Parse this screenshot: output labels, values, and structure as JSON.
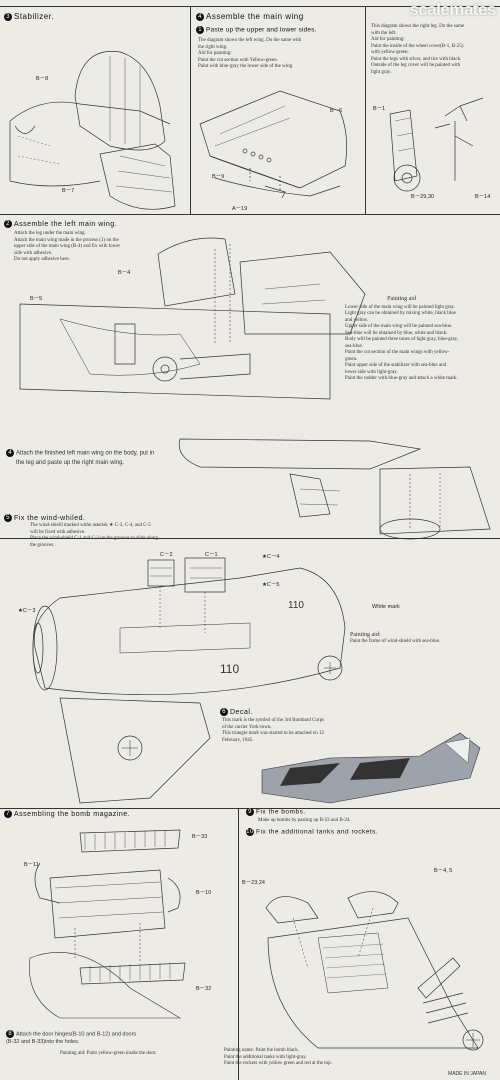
{
  "watermark": "scalemates",
  "stabilizer": {
    "title": "Stabilizer.",
    "parts": [
      "B－8",
      "B－7"
    ]
  },
  "main_wing": {
    "title": "Assemble the main wing",
    "subtitle": "Paste up the upper and lower sides.",
    "lines": [
      "The diagram shows the left wing. Do the same with",
      "the right wing.",
      "Aid for painting:",
      "Paint the cut section with Yellow-green.",
      "Paint with blue-gray the lower side of the wing."
    ],
    "parts": [
      "B－6",
      "B－9",
      "A－19"
    ]
  },
  "leg": {
    "lines": [
      "This diagram shows the right leg. Do the same",
      "with the left.",
      "Aid for painting:",
      "Paint the inside of the wheel cover(B-1, B-25)",
      "with yellow-green.",
      "Paint the legs with silver, and tire with black.",
      "Outside of the leg cover will be painted with",
      "light gray."
    ],
    "parts": [
      "B－1",
      "B－29,30",
      "B－14"
    ]
  },
  "left_wing": {
    "title": "Assemble the left main wing.",
    "lines": [
      "Attach the leg under the main wing.",
      "Attach the main wing made in the process (1) on the",
      "upper side of the main wing (B-4) and fix with lower",
      "side with adhesive.",
      "Do not apply adhesive here."
    ],
    "parts": [
      "B－4",
      "B－5"
    ]
  },
  "painting_aid": {
    "title": "Painting aid",
    "lines": [
      "Lower side of the main wing will be painted light gray.",
      "Light gray can be obtained by mixing white, black blue",
      "and yellow.",
      "Upper side of the main wing will be painted sea-blue.",
      "Sea-blue will be obtained by blue, white and black.",
      "Body will be painted three tones of light gray, blue-gray,",
      "sea-blue.",
      "Paint the cut section of the main wings with yellow-",
      "green.",
      "Paint upper side of the stabilizer with sea-blue and",
      "lower side with light-gray.",
      "Paint the rudder with blue-gray and attach a white mark."
    ]
  },
  "attach_wing": {
    "lines": [
      "Attach the finished left main wing on the body, put in",
      "the leg and paste up the right main wing."
    ]
  },
  "windshield": {
    "title": "Fix the wind-whiled.",
    "lines": [
      "The wind-shield marked withe asterisk ★ C-3, C-4, and C-5",
      "will be fixed with adhesive.",
      "Place the wind-shield C-1 and C-2 on the grooves to slide along",
      "the grooves."
    ],
    "parts": [
      "C－2",
      "C－1",
      "★C－4",
      "★C－5",
      "★C－3"
    ],
    "white_mark": "White mark",
    "paint_title": "Painting aid:",
    "paint_text": "Paint the frame of wind-shield with sea-blue.",
    "fuselage_code": "110"
  },
  "decal": {
    "title": "Decal.",
    "lines": [
      "This mark is the symbol of the 3rd Bombard Corps",
      "of the carrier York-town.",
      "This triangle mark was started to be attached on 12",
      "February, 1945."
    ]
  },
  "bomb_magazine": {
    "title": "Assembling the bomb magazine.",
    "parts": [
      "B－33",
      "B－11",
      "B－10",
      "B－32"
    ],
    "attach_lines": [
      "Attach the door hinges(B-10 and B-12) and doors",
      "(B-32 and B-33)into the holes."
    ],
    "paint": "Painting aid: Paint yellow-green inside the door."
  },
  "bombs": {
    "title": "Fix the bombs.",
    "line": "Make up bombs by pasting up B-23 and B-24.",
    "tanks_title": "Fix the additional tanks and rockets.",
    "parts": [
      "B－23,24",
      "B－4, 5"
    ],
    "paint_lines": [
      "Painting name: Paint the bomb black.",
      "Paint the additional tanks with light-gray.",
      "Paint the rockets with yellow green and red at the top."
    ]
  },
  "footer": "MADE IN JAPAN"
}
